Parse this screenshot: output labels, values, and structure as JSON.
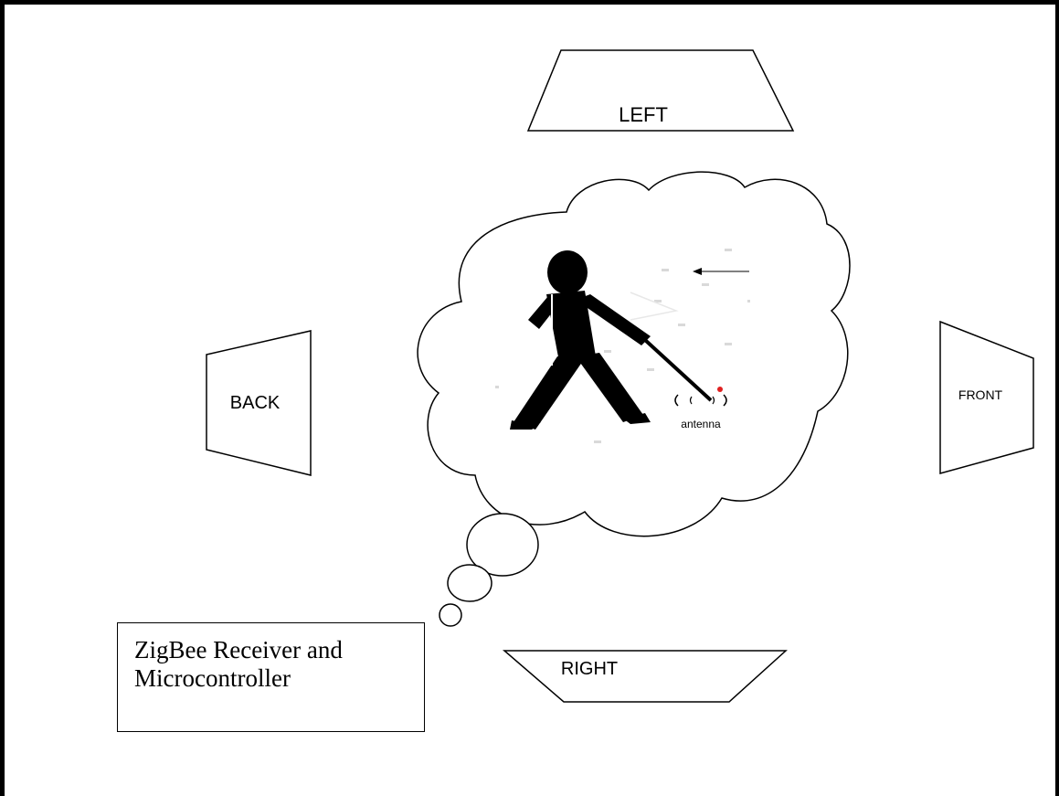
{
  "sensors": {
    "left": "LEFT",
    "right": "RIGHT",
    "back": "BACK",
    "front": "FRONT"
  },
  "figure": {
    "antenna_label": "antenna",
    "icon": "blind-person-with-cane-icon",
    "antenna_dot_color": "#e02020"
  },
  "receiver_box": {
    "line1": "ZigBee Receiver and",
    "line2": "Microcontroller"
  }
}
